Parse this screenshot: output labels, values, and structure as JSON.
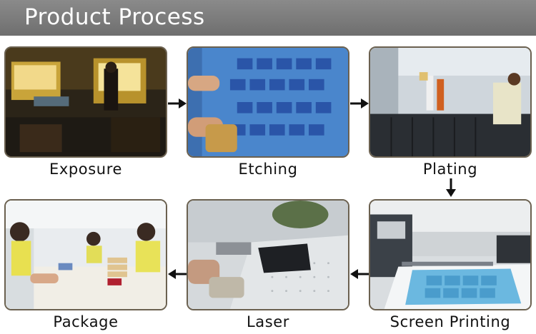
{
  "header": {
    "title": "Product Process"
  },
  "steps": [
    {
      "label": "Exposure"
    },
    {
      "label": "Etching"
    },
    {
      "label": "Plating"
    },
    {
      "label": "Screen Printing"
    },
    {
      "label": "Laser"
    },
    {
      "label": "Package"
    }
  ],
  "icons": {
    "flow_arrow": "arrow-icon"
  },
  "colors": {
    "header_bg": "#7a7a7a",
    "header_text": "#ffffff",
    "caption_text": "#111111",
    "arrow": "#111111"
  }
}
